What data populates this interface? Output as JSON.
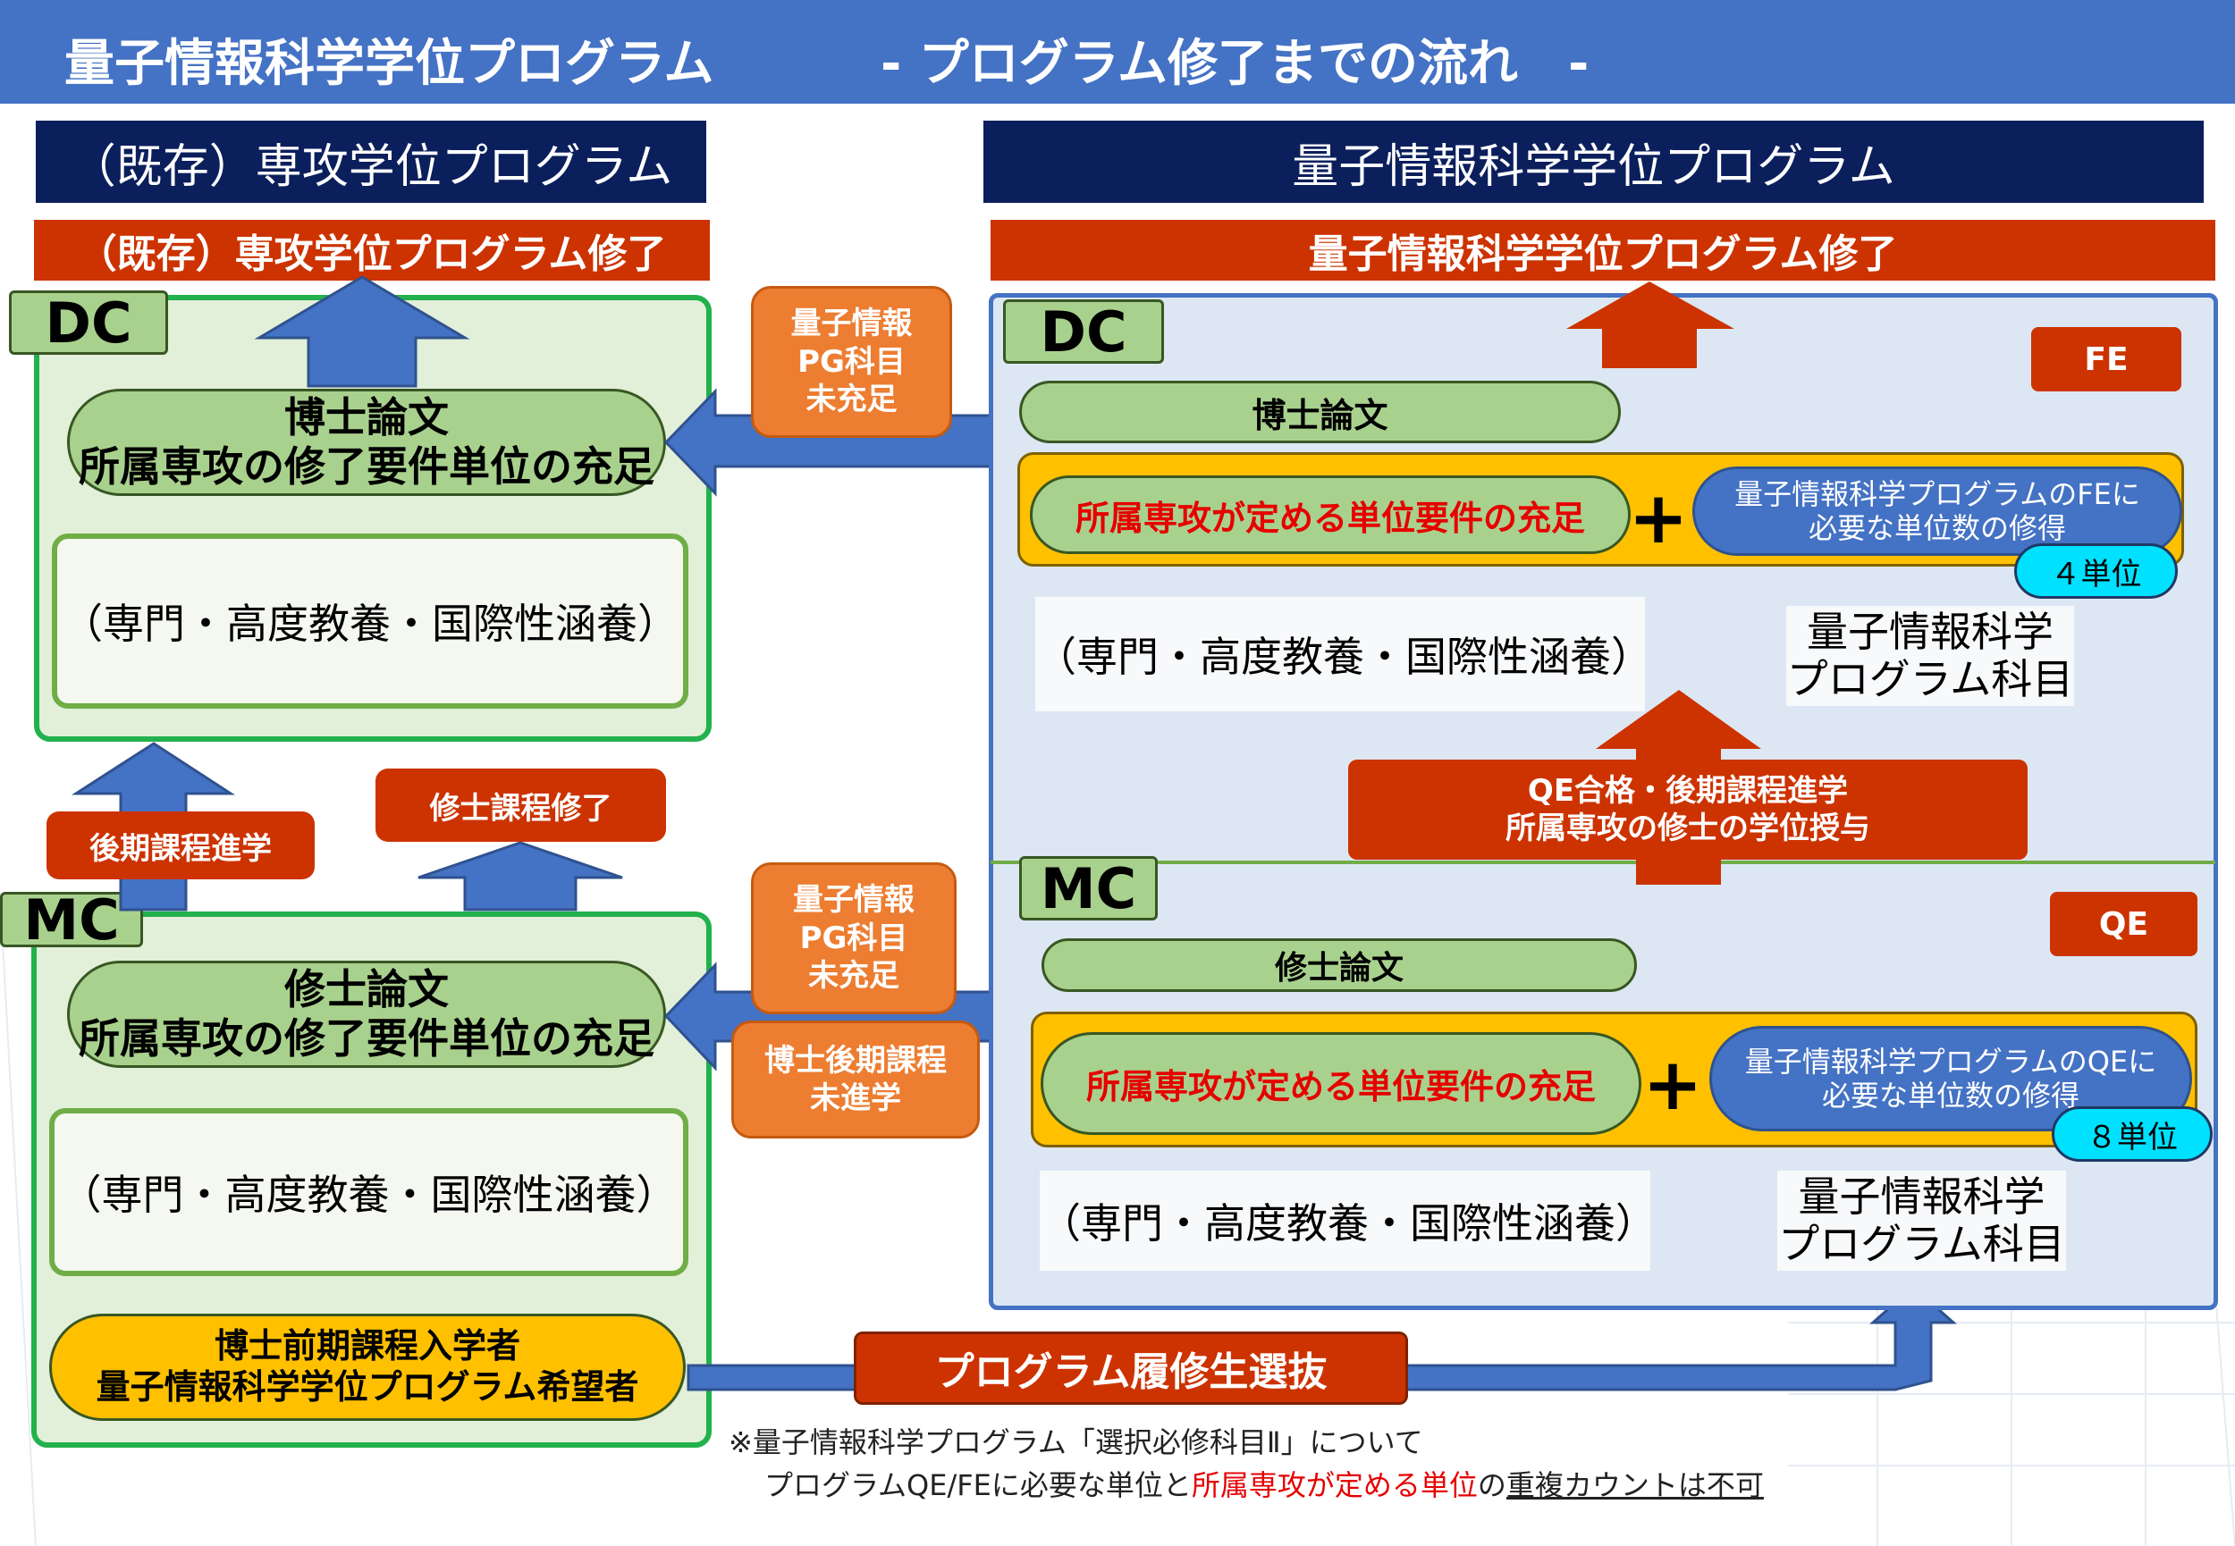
{
  "header": {
    "title": "量子情報科学学位プログラム",
    "subtitle": "- プログラム修了までの流れ　-"
  },
  "left": {
    "program_title": "（既存）専攻学位プログラム",
    "completion": "（既存）専攻学位プログラム修了",
    "dc_tag": "DC",
    "mc_tag": "MC",
    "dc_thesis_line1": "博士論文",
    "dc_thesis_line2": "所属専攻の修了要件単位の充足",
    "dc_courses": "（専門・高度教養・国際性涵養）",
    "mc_thesis_line1": "修士論文",
    "mc_thesis_line2": "所属専攻の修了要件単位の充足",
    "mc_courses": "（専門・高度教養・国際性涵養）",
    "advance_label": "後期課程進学",
    "mc_completion": "修士課程修了",
    "applicant_line1": "博士前期課程入学者",
    "applicant_line2": "量子情報科学学位プログラム希望者"
  },
  "middle": {
    "unmet_dc_line1": "量子情報",
    "unmet_dc_line2": "PG科目",
    "unmet_dc_line3": "未充足",
    "unmet_mc_line1": "量子情報",
    "unmet_mc_line2": "PG科目",
    "unmet_mc_line3": "未充足",
    "not_advanced_line1": "博士後期課程",
    "not_advanced_line2": "未進学",
    "selection": "プログラム履修生選抜"
  },
  "right": {
    "program_title": "量子情報科学学位プログラム",
    "completion": "量子情報科学学位プログラム修了",
    "dc_tag": "DC",
    "mc_tag": "MC",
    "fe": "FE",
    "qe": "QE",
    "dc_thesis": "博士論文",
    "dc_req": "所属専攻が定める単位要件の充足",
    "dc_plus": "+",
    "dc_quantum_line1": "量子情報科学プログラムのFEに",
    "dc_quantum_line2": "必要な単位数の修得",
    "dc_units": "４単位",
    "dc_courses": "（専門・高度教養・国際性涵養）",
    "dc_quantum_course_line1": "量子情報科学",
    "dc_quantum_course_line2": "プログラム科目",
    "qe_pass_line1": "QE合格・後期課程進学",
    "qe_pass_line2": "所属専攻の修士の学位授与",
    "mc_thesis": "修士論文",
    "mc_req": "所属専攻が定める単位要件の充足",
    "mc_plus": "+",
    "mc_quantum_line1": "量子情報科学プログラムのQEに",
    "mc_quantum_line2": "必要な単位数の修得",
    "mc_units": "８単位",
    "mc_courses": "（専門・高度教養・国際性涵養）",
    "mc_quantum_course_line1": "量子情報科学",
    "mc_quantum_course_line2": "プログラム科目"
  },
  "note": {
    "line1": "※量子情報科学プログラム「選択必修科目Ⅱ」について",
    "line2_a": "プログラムQE/FEに必要な単位と",
    "line2_red": "所属専攻が定める単位",
    "line2_b": "の",
    "line2_ul": "重複カウントは不可"
  },
  "colors": {
    "header_blue": "#4472c4",
    "navy": "#0b1f5c",
    "red": "#cc3300",
    "orange": "#ed7d31",
    "green": "#a9d18e",
    "yellow": "#ffc000",
    "cyan": "#00e0ff"
  }
}
